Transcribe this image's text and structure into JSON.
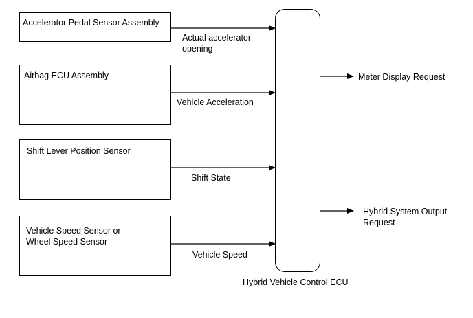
{
  "inputs": [
    {
      "box_label": "Accelerator Pedal Sensor Assembly",
      "signal": "Actual accelerator\nopening"
    },
    {
      "box_label": "Airbag ECU Assembly",
      "signal": "Vehicle Acceleration"
    },
    {
      "box_label": "Shift Lever Position Sensor",
      "signal": "Shift State"
    },
    {
      "box_label": "Vehicle Speed Sensor or\nWheel Speed Sensor",
      "signal": "Vehicle Speed"
    }
  ],
  "ecu": {
    "label": "Hybrid Vehicle Control ECU"
  },
  "outputs": [
    {
      "signal": "Meter Display Request"
    },
    {
      "signal": "Hybrid System Output\nRequest"
    }
  ]
}
